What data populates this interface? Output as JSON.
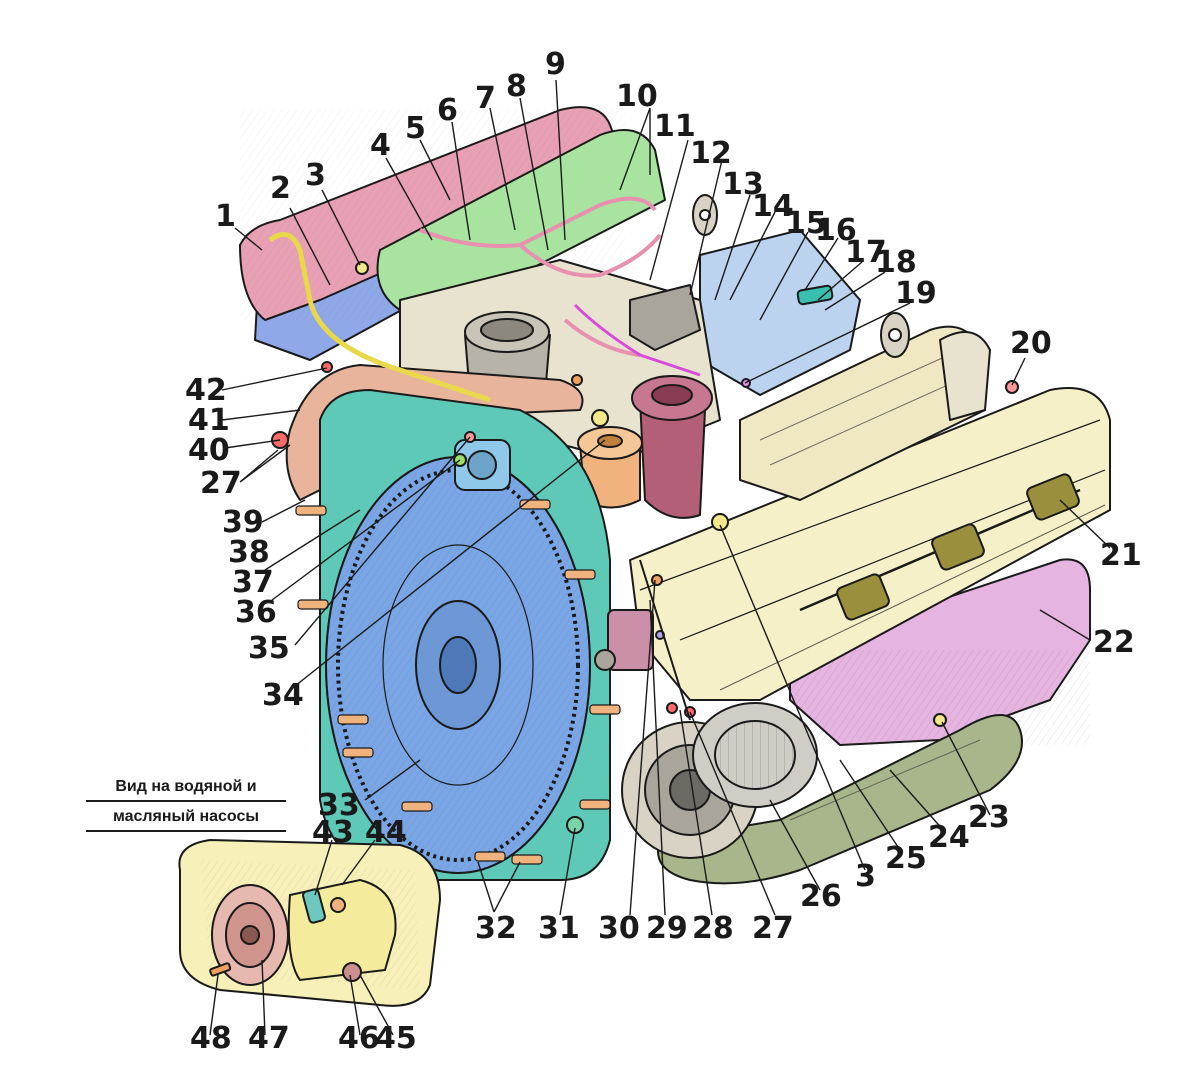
{
  "inset": {
    "caption_line1": "Вид на водяной и",
    "caption_line2": "масляный насосы"
  },
  "colors": {
    "outline": "#1a1a1a",
    "valve_cover_left": "#e8a0b4",
    "valve_cover_right": "#a8e4a0",
    "head_blue": "#8fa8e8",
    "flywheel_blue": "#7aa6e6",
    "bell_housing_teal": "#5fc9b8",
    "block_cream": "#f5f0c8",
    "oil_pan_pink": "#e5b4e0",
    "pump_orange": "#f0b37e",
    "distributor_maroon": "#b45f78",
    "exhaust_olive": "#a9b58a",
    "pale_blue": "#bcd3f0",
    "yellow_parts": "#f4e98a"
  },
  "labels": [
    {
      "id": "label-1",
      "text": "1"
    },
    {
      "id": "label-2",
      "text": "2"
    },
    {
      "id": "label-3-top",
      "text": "3"
    },
    {
      "id": "label-4",
      "text": "4"
    },
    {
      "id": "label-5",
      "text": "5"
    },
    {
      "id": "label-6",
      "text": "6"
    },
    {
      "id": "label-7",
      "text": "7"
    },
    {
      "id": "label-8",
      "text": "8"
    },
    {
      "id": "label-9",
      "text": "9"
    },
    {
      "id": "label-10",
      "text": "10"
    },
    {
      "id": "label-11",
      "text": "11"
    },
    {
      "id": "label-12",
      "text": "12"
    },
    {
      "id": "label-13",
      "text": "13"
    },
    {
      "id": "label-14",
      "text": "14"
    },
    {
      "id": "label-15",
      "text": "15"
    },
    {
      "id": "label-16",
      "text": "16"
    },
    {
      "id": "label-17",
      "text": "17"
    },
    {
      "id": "label-18",
      "text": "18"
    },
    {
      "id": "label-19",
      "text": "19"
    },
    {
      "id": "label-20",
      "text": "20"
    },
    {
      "id": "label-21",
      "text": "21"
    },
    {
      "id": "label-22",
      "text": "22"
    },
    {
      "id": "label-23",
      "text": "23"
    },
    {
      "id": "label-24",
      "text": "24"
    },
    {
      "id": "label-25",
      "text": "25"
    },
    {
      "id": "label-3-bottom",
      "text": "3"
    },
    {
      "id": "label-26",
      "text": "26"
    },
    {
      "id": "label-27-bottom",
      "text": "27"
    },
    {
      "id": "label-28",
      "text": "28"
    },
    {
      "id": "label-29",
      "text": "29"
    },
    {
      "id": "label-30",
      "text": "30"
    },
    {
      "id": "label-31",
      "text": "31"
    },
    {
      "id": "label-32",
      "text": "32"
    },
    {
      "id": "label-33",
      "text": "33"
    },
    {
      "id": "label-34",
      "text": "34"
    },
    {
      "id": "label-35",
      "text": "35"
    },
    {
      "id": "label-36",
      "text": "36"
    },
    {
      "id": "label-37",
      "text": "37"
    },
    {
      "id": "label-38",
      "text": "38"
    },
    {
      "id": "label-39",
      "text": "39"
    },
    {
      "id": "label-27-left",
      "text": "27"
    },
    {
      "id": "label-40",
      "text": "40"
    },
    {
      "id": "label-41",
      "text": "41"
    },
    {
      "id": "label-42",
      "text": "42"
    },
    {
      "id": "label-43",
      "text": "43"
    },
    {
      "id": "label-44",
      "text": "44"
    },
    {
      "id": "label-45",
      "text": "45"
    },
    {
      "id": "label-46",
      "text": "46"
    },
    {
      "id": "label-47",
      "text": "47"
    },
    {
      "id": "label-48",
      "text": "48"
    }
  ]
}
